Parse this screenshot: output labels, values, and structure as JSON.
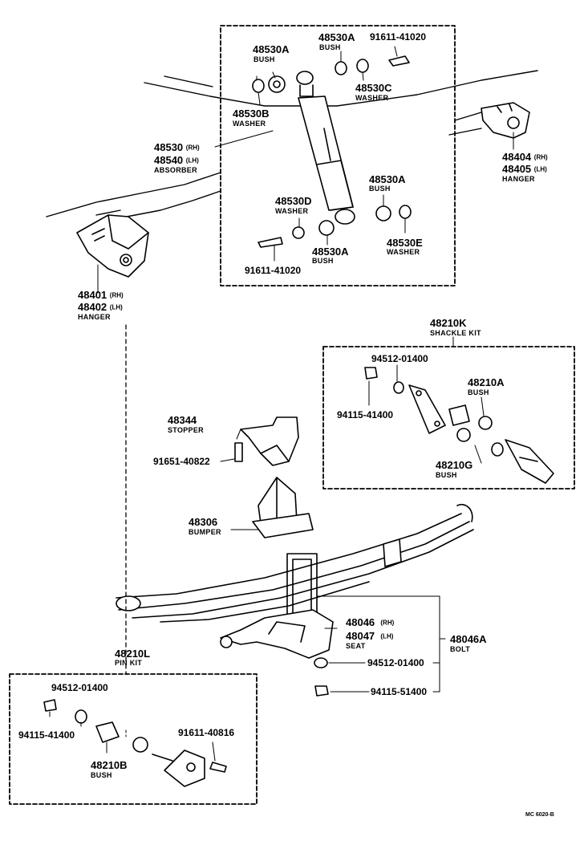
{
  "labels": {
    "p48530A_top_left": "48530A",
    "p48530A_top_left_sub": "BUSH",
    "p48530A_top_mid": "48530A",
    "p48530A_top_mid_sub": "BUSH",
    "p91611_top": "91611-41020",
    "p48530C": "48530C",
    "p48530C_sub": "WASHER",
    "p48530B": "48530B",
    "p48530B_sub": "WASHER",
    "p48530": "48530",
    "p48530_side": "(RH)",
    "p48540": "48540",
    "p48540_side": "(LH)",
    "absorber": "ABSORBER",
    "p48404": "48404",
    "p48404_side": "(RH)",
    "p48405": "48405",
    "p48405_side": "(LH)",
    "hanger_right": "HANGER",
    "p48530A_lower": "48530A",
    "p48530A_lower_sub": "BUSH",
    "p48530D": "48530D",
    "p48530D_sub": "WASHER",
    "p48530A_bottom": "48530A",
    "p48530A_bottom_sub": "BUSH",
    "p48530E": "48530E",
    "p48530E_sub": "WASHER",
    "p91611_bottom": "91611-41020",
    "p48401": "48401",
    "p48401_side": "(RH)",
    "p48402": "48402",
    "p48402_side": "(LH)",
    "hanger_left": "HANGER",
    "p48210K": "48210K",
    "shackle_kit": "SHACKLE KIT",
    "p94512_shackle": "94512-01400",
    "p94115_shackle": "94115-41400",
    "p48210A": "48210A",
    "p48210A_sub": "BUSH",
    "p48210G": "48210G",
    "p48210G_sub": "BUSH",
    "p48344": "48344",
    "stopper": "STOPPER",
    "p91651": "91651-40822",
    "p48306": "48306",
    "bumper": "BUMPER",
    "p48046": "48046",
    "p48046_side": "(RH)",
    "p48047": "48047",
    "p48047_side": "(LH)",
    "seat": "SEAT",
    "p48046A": "48046A",
    "bolt": "BOLT",
    "p94512_seat": "94512-01400",
    "p94115_seat": "94115-51400",
    "p48210L": "48210L",
    "pin_kit": "PIN KIT",
    "p94512_pin": "94512-01400",
    "p94115_pin": "94115-41400",
    "p48210B": "48210B",
    "p48210B_sub": "BUSH",
    "p91611_pin": "91611-40816",
    "footer_code": "MC 6020-B"
  }
}
